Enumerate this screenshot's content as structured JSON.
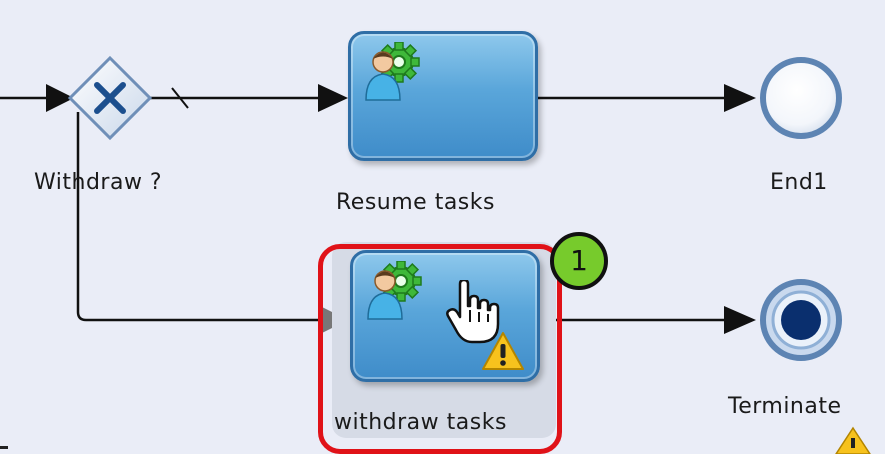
{
  "gateway": {
    "label": "Withdraw ?"
  },
  "tasks": [
    {
      "id": "resume",
      "label": "Resume tasks"
    },
    {
      "id": "withdraw",
      "label": "withdraw tasks"
    }
  ],
  "events": [
    {
      "id": "end1",
      "label": "End1"
    },
    {
      "id": "terminate",
      "label": "Terminate"
    }
  ],
  "callout": {
    "number": "1"
  },
  "colors": {
    "task_fill": "#5aa6da",
    "selection_frame": "#e01218",
    "callout_fill": "#77cb2c",
    "gear": "#3fb83a",
    "warning": "#f7c21d",
    "event_ring": "#5d84b3",
    "terminate_core": "#0a2f6e"
  },
  "icons": [
    "user-gear-icon",
    "warning-icon",
    "hand-cursor-icon",
    "exclusive-gateway-icon"
  ]
}
